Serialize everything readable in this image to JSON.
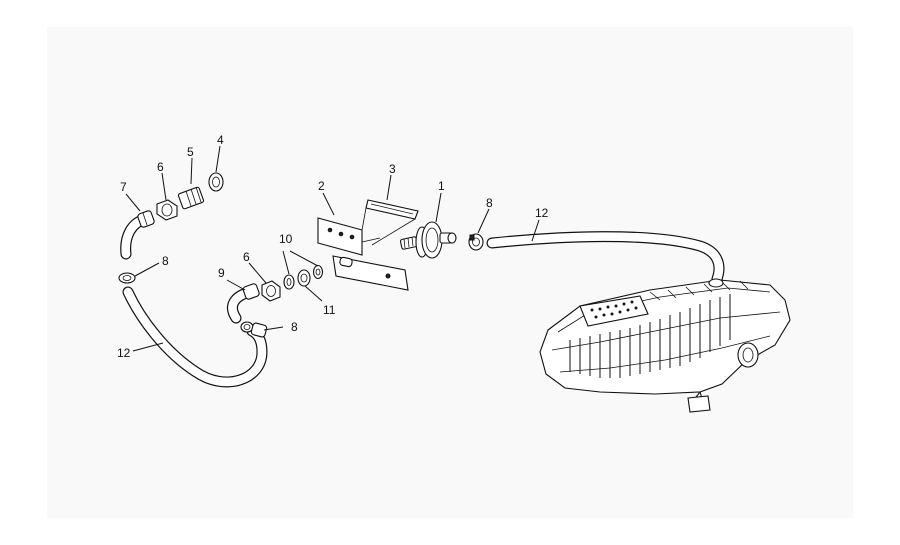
{
  "callouts": [
    {
      "id": "c1",
      "text": "1"
    },
    {
      "id": "c2",
      "text": "2"
    },
    {
      "id": "c3",
      "text": "3"
    },
    {
      "id": "c4",
      "text": "4"
    },
    {
      "id": "c5",
      "text": "5"
    },
    {
      "id": "c6a",
      "text": "6"
    },
    {
      "id": "c6b",
      "text": "6"
    },
    {
      "id": "c7",
      "text": "7"
    },
    {
      "id": "c8a",
      "text": "8"
    },
    {
      "id": "c8b",
      "text": "8"
    },
    {
      "id": "c8c",
      "text": "8"
    },
    {
      "id": "c9",
      "text": "9"
    },
    {
      "id": "c10",
      "text": "10"
    },
    {
      "id": "c11",
      "text": "11"
    },
    {
      "id": "c12a",
      "text": "12"
    },
    {
      "id": "c12b",
      "text": "12"
    }
  ]
}
